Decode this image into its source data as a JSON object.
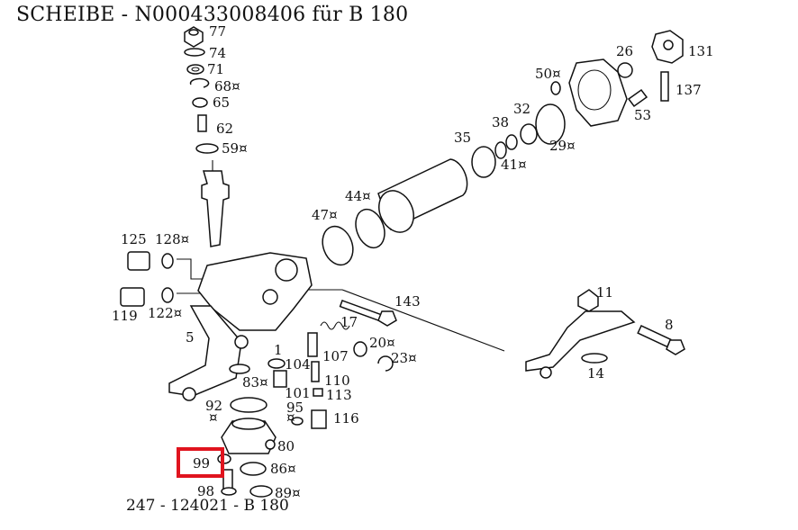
{
  "title": "SCHEIBE  - N000433008406 für B 180",
  "footer": "247 - 124021 - B 180",
  "highlight_color": "#e0141e",
  "highlighted_part": "99",
  "labels": {
    "p77": "77",
    "p74": "74",
    "p71": "71",
    "p68": "68¤",
    "p65": "65",
    "p62": "62",
    "p59": "59¤",
    "p26": "26",
    "p131": "131",
    "p50": "50¤",
    "p137": "137",
    "p53": "53",
    "p32": "32",
    "p38": "38",
    "p35": "35",
    "p29": "29¤",
    "p41": "41¤",
    "p44": "44¤",
    "p47": "47¤",
    "p125": "125",
    "p128": "128¤",
    "p143": "143",
    "p119": "119",
    "p122": "122¤",
    "p17": "17",
    "p11": "11",
    "p8": "8",
    "p5": "5",
    "p20": "20¤",
    "p107": "107",
    "p23": "23¤",
    "p1": "1",
    "p104": "104",
    "p14": "14",
    "p83": "83¤",
    "p110": "110",
    "p101": "101",
    "p113": "113",
    "p92": "92",
    "p92s": "¤",
    "p95": "95",
    "p95s": "¤",
    "p116": "116",
    "p80": "80",
    "p99": "99",
    "p86": "86¤",
    "p98": "98",
    "p89": "89¤"
  }
}
